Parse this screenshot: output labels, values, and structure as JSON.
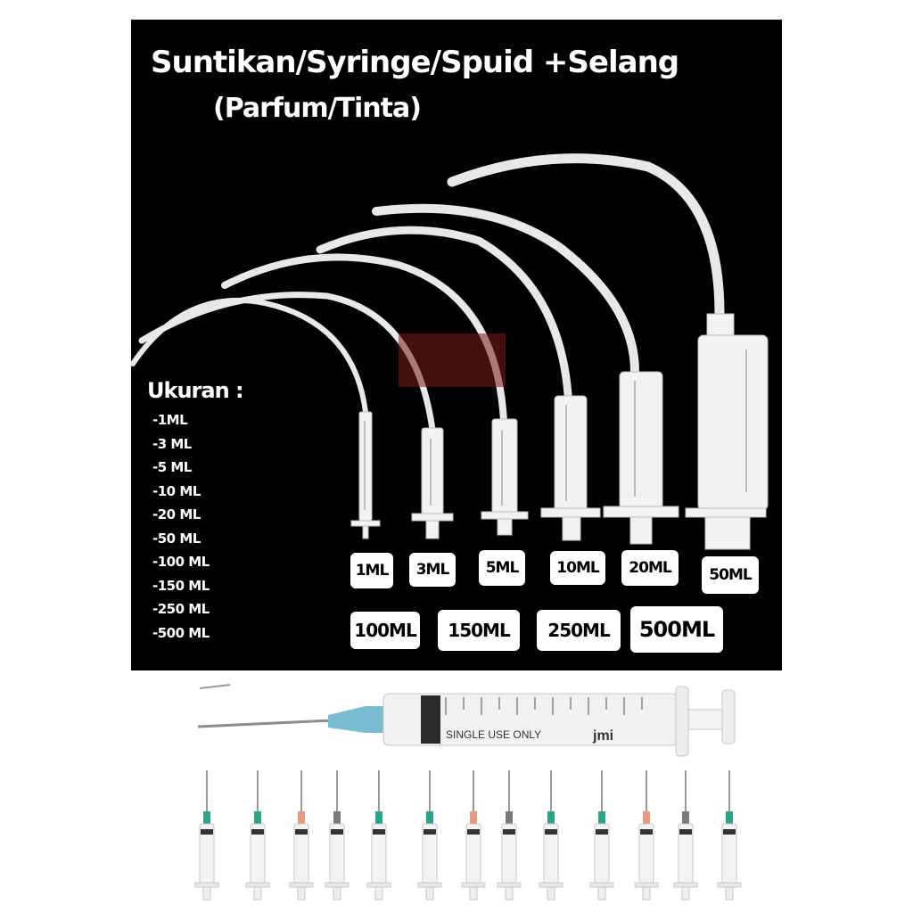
{
  "title": {
    "line1": "Suntikan/Syringe/Spuid  +Selang",
    "line2": "(Parfum/Tinta)"
  },
  "sizes": {
    "heading": "Ukuran :",
    "items": [
      "-1ML",
      "-3 ML",
      "-5 ML",
      "-10 ML",
      "-20 ML",
      "-50 ML",
      "-100 ML",
      "-150 ML",
      "-250 ML",
      "-500 ML"
    ]
  },
  "badges": {
    "row1": [
      "1ML",
      "3ML",
      "5ML",
      "10ML",
      "20ML",
      "50ML"
    ],
    "row2": [
      "100ML",
      "150ML",
      "250ML",
      "500ML"
    ]
  },
  "syringe_print": {
    "label": "SINGLE USE ONLY",
    "brand": "jmi"
  },
  "colors": {
    "panel": "#000000",
    "text": "#ffffff",
    "needle_hub": "#6fb6cc"
  }
}
